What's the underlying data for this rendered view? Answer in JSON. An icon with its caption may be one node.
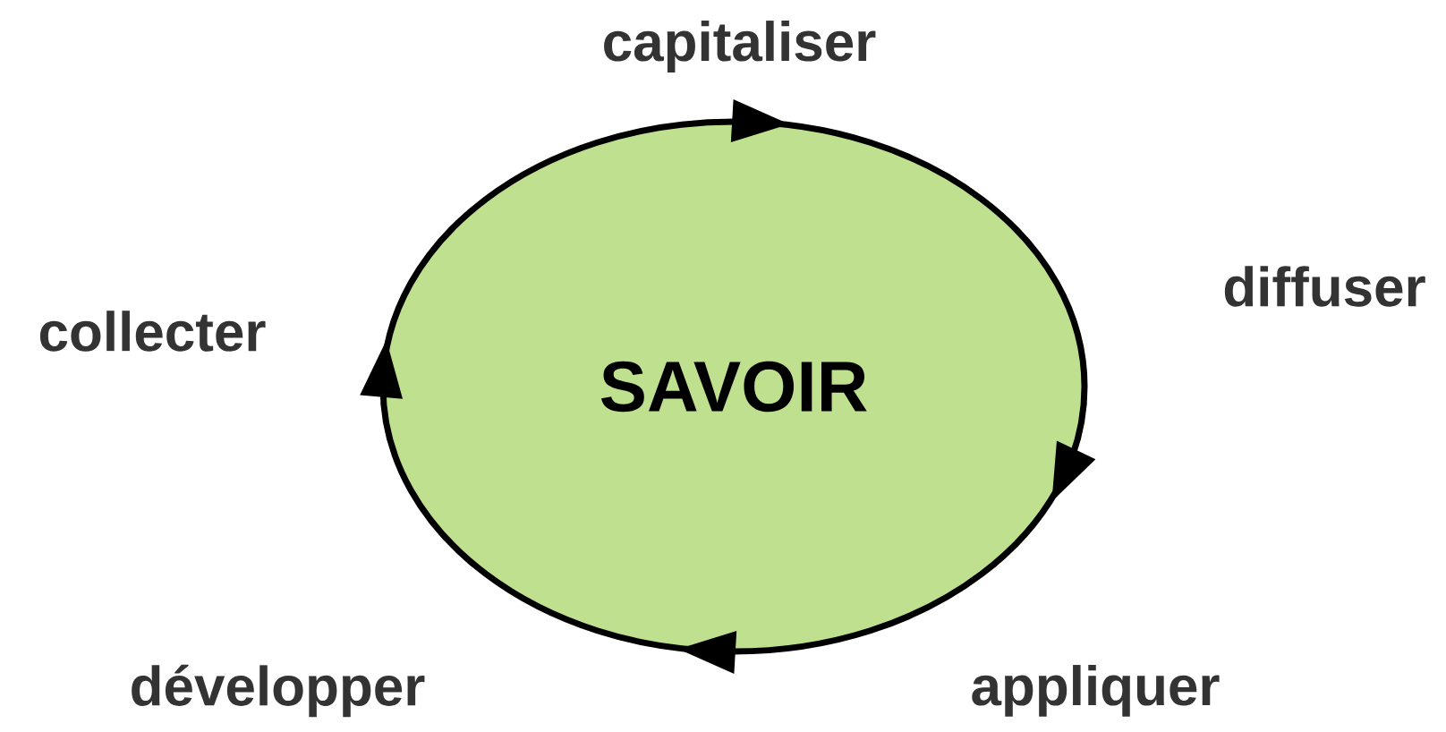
{
  "diagram": {
    "nodes": [
      {
        "text": [
          "SAVOIR"
        ]
      }
    ],
    "labels": [
      "capitaliser",
      "diffuser",
      "collecter",
      "développer",
      "appliquer"
    ]
  }
}
